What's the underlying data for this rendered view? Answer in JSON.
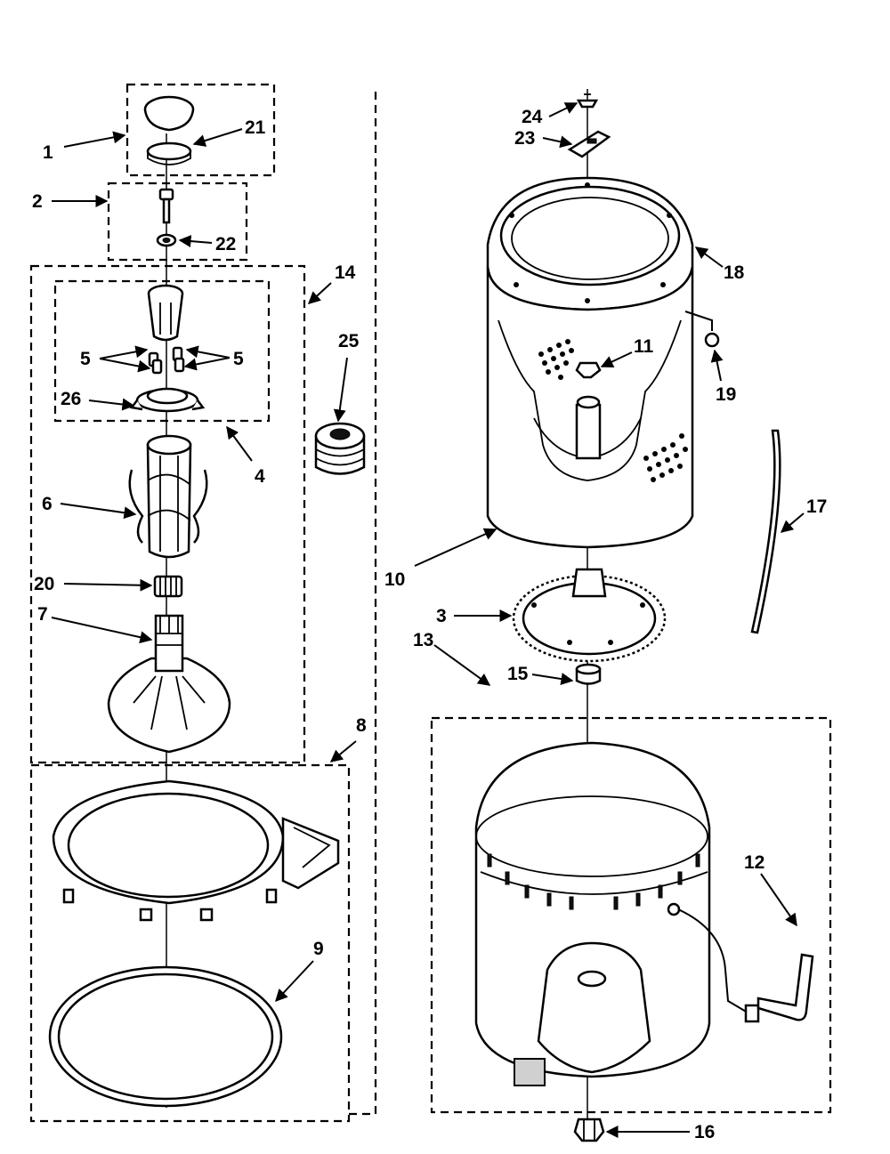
{
  "labels": {
    "l1": "1",
    "l2": "2",
    "l3": "3",
    "l4": "4",
    "l5a": "5",
    "l5b": "5",
    "l6": "6",
    "l7": "7",
    "l8": "8",
    "l9": "9",
    "l10": "10",
    "l11": "11",
    "l12": "12",
    "l13": "13",
    "l14": "14",
    "l15": "15",
    "l16": "16",
    "l17": "17",
    "l18": "18",
    "l19": "19",
    "l20": "20",
    "l21": "21",
    "l22": "22",
    "l23": "23",
    "l24": "24",
    "l25": "25",
    "l26": "26"
  },
  "colors": {
    "ink": "#000000",
    "paper": "#ffffff",
    "shade": "#d0d0d0"
  }
}
